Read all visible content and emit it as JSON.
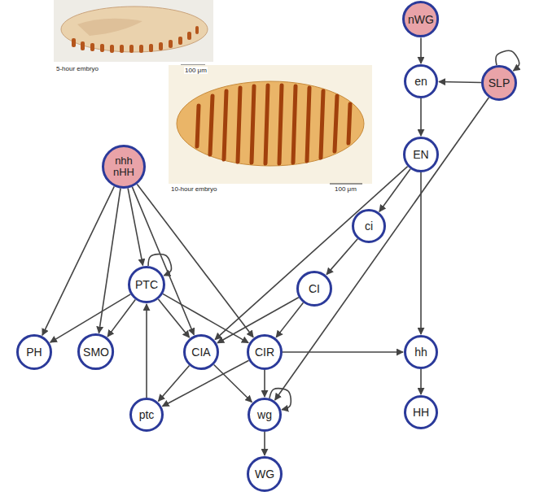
{
  "diagram": {
    "nodes": [
      {
        "text": [
          "nWG"
        ]
      },
      {
        "text": [
          "en"
        ]
      },
      {
        "text": [
          "SLP"
        ]
      },
      {
        "text": [
          "EN"
        ]
      },
      {
        "text": [
          "nhh nHH"
        ]
      },
      {
        "text": [
          "ci"
        ]
      },
      {
        "text": [
          "PTC"
        ]
      },
      {
        "text": [
          "CI"
        ]
      },
      {
        "text": [
          "PH"
        ]
      },
      {
        "text": [
          "SMO"
        ]
      },
      {
        "text": [
          "CIA"
        ]
      },
      {
        "text": [
          "CIR"
        ]
      },
      {
        "text": [
          "hh"
        ]
      },
      {
        "text": [
          "ptc"
        ]
      },
      {
        "text": [
          "wg"
        ]
      },
      {
        "text": [
          "HH"
        ]
      },
      {
        "text": [
          "WG"
        ]
      }
    ],
    "edges": [
      {
        "from": 0,
        "to": 1,
        "arrow": "to"
      },
      {
        "from": 2,
        "to": 1,
        "arrow": "to"
      },
      {
        "from": 2,
        "to": 2,
        "arrow": "to"
      },
      {
        "from": 1,
        "to": 3,
        "arrow": "to"
      },
      {
        "from": 3,
        "to": 5,
        "arrow": "to"
      },
      {
        "from": 3,
        "to": 12,
        "arrow": "to"
      },
      {
        "from": 3,
        "to": 10,
        "arrow": "to"
      },
      {
        "from": 2,
        "to": 14,
        "arrow": "to"
      },
      {
        "from": 5,
        "to": 7,
        "arrow": "to"
      },
      {
        "from": 7,
        "to": 10,
        "arrow": "to"
      },
      {
        "from": 7,
        "to": 11,
        "arrow": "to"
      },
      {
        "from": 4,
        "to": 8,
        "arrow": "to"
      },
      {
        "from": 4,
        "to": 9,
        "arrow": "to"
      },
      {
        "from": 4,
        "to": 6,
        "arrow": "to"
      },
      {
        "from": 4,
        "to": 10,
        "arrow": "to"
      },
      {
        "from": 4,
        "to": 11,
        "arrow": "to"
      },
      {
        "from": 6,
        "to": 6,
        "arrow": "to"
      },
      {
        "from": 6,
        "to": 8,
        "arrow": "to"
      },
      {
        "from": 6,
        "to": 9,
        "arrow": "to"
      },
      {
        "from": 6,
        "to": 10,
        "arrow": "to"
      },
      {
        "from": 6,
        "to": 11,
        "arrow": "to"
      },
      {
        "from": 10,
        "to": 13,
        "arrow": "to"
      },
      {
        "from": 10,
        "to": 14,
        "arrow": "to"
      },
      {
        "from": 11,
        "to": 13,
        "arrow": "to"
      },
      {
        "from": 11,
        "to": 14,
        "arrow": "to"
      },
      {
        "from": 11,
        "to": 12,
        "arrow": "to"
      },
      {
        "from": 13,
        "to": 6,
        "arrow": "to"
      },
      {
        "from": 14,
        "to": 14,
        "arrow": "to"
      },
      {
        "from": 14,
        "to": 16,
        "arrow": "to"
      },
      {
        "from": 12,
        "to": 15,
        "arrow": "to"
      }
    ],
    "labels": [
      "5-hour embryo",
      "100 μm",
      "10-hour embryo",
      "100 μm"
    ]
  }
}
